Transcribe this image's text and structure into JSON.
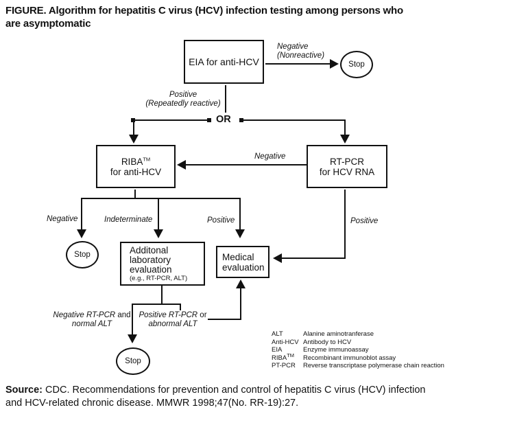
{
  "colors": {
    "ink": "#111111",
    "background": "#ffffff"
  },
  "title": {
    "line1": "FIGURE. Algorithm for hepatitis C virus (HCV) infection testing among persons who",
    "line2": "are asymptomatic"
  },
  "flowchart": {
    "eia_box": "EIA for anti-HCV",
    "stop_top": "Stop",
    "or_label": "OR",
    "riba_box": {
      "name": "RIBA",
      "tm": "TM",
      "line2": "for anti-HCV"
    },
    "rtpcr_box": {
      "line1": "RT-PCR",
      "line2": "for HCV RNA"
    },
    "stop_mid": "Stop",
    "additional_box": {
      "line1": "Additonal",
      "line2": "laboratory",
      "line3": "evaluation",
      "line4": "(e.g., RT-PCR, ALT)"
    },
    "medical_box": {
      "line1": "Medical",
      "line2": "evaluation"
    },
    "stop_bottom": "Stop",
    "labels": {
      "eia_negative": {
        "line1": "Negative",
        "line2": "(Nonreactive)"
      },
      "eia_positive": {
        "line1": "Positive",
        "line2": "(Repeatedly reactive)"
      },
      "rtpcr_negative": "Negative",
      "riba_negative": "Negative",
      "riba_indeterminate": "Indeterminate",
      "riba_positive": "Positive",
      "rtpcr_positive": "Positive",
      "neg_path": {
        "italic1": "Negative RT-PCR",
        "roman1": " and",
        "line2": "normal ALT"
      },
      "pos_path": {
        "italic1": "Positive RT-PCR",
        "roman1": " or",
        "line2": "abnormal ALT"
      }
    }
  },
  "legend": {
    "items": [
      {
        "term": "ALT",
        "definition": "Alanine aminotranferase"
      },
      {
        "term": "Anti-HCV",
        "definition": "Antibody to HCV"
      },
      {
        "term": "EIA",
        "definition": "Enzyme immunoassay"
      },
      {
        "term": "RIBA",
        "term_sup": "TM",
        "definition": "Recombinant immunoblot assay"
      },
      {
        "term": "PT-PCR",
        "definition": "Reverse transcriptase polymerase chain reaction"
      }
    ]
  },
  "source": {
    "label": "Source:",
    "line1_rest": " CDC. Recommendations for prevention and control of hepatitis C virus (HCV) infection",
    "line2": "and HCV-related chronic disease. MMWR 1998;47(No. RR-19):27."
  }
}
